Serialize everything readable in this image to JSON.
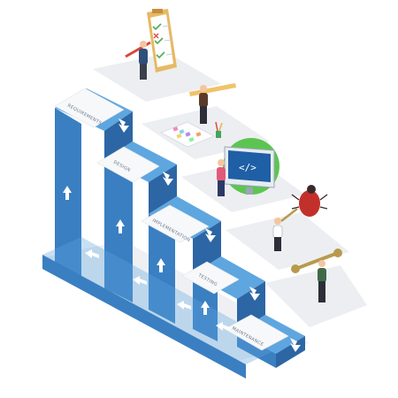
{
  "stages": [
    {
      "label": "REQUIREMENTS"
    },
    {
      "label": "DESIGN"
    },
    {
      "label": "IMPLEMENTATION"
    },
    {
      "label": "TESTING"
    },
    {
      "label": "MAINTENANCE"
    }
  ],
  "code_symbol": "</>",
  "colors": {
    "blue_top": "#5ea6e0",
    "blue_side": "#3a7fc2",
    "blue_dark": "#2d66a4",
    "floor": "#eceef1",
    "floor_edge": "#d9dde2",
    "label_text": "#6b7a8a",
    "gear": "#5cc552",
    "bug": "#c2302b",
    "wrench": "#b99a4c"
  }
}
